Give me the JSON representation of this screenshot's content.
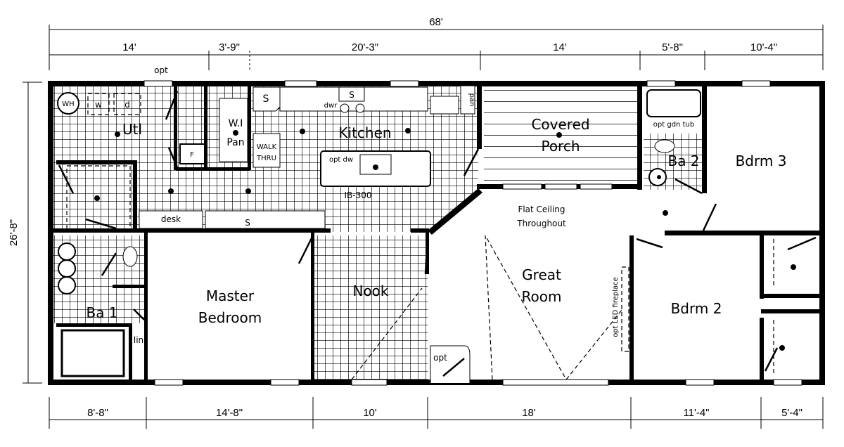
{
  "dimensions": {
    "overall_width": "68'",
    "overall_depth": "26'-8\"",
    "top": [
      "14'",
      "3'-9\"",
      "20'-3\"",
      "14'",
      "5'-8\"",
      "10'-4\""
    ],
    "bottom": [
      "8'-8\"",
      "14'-8\"",
      "10'",
      "18'",
      "11'-4\"",
      "5'-4\""
    ]
  },
  "rooms": {
    "utility": "Utl",
    "pantry_line1": "W.I",
    "pantry_line2": "Pan",
    "walk_thru_line1": "WALK",
    "walk_thru_line2": "THRU",
    "kitchen": "Kitchen",
    "porch_line1": "Covered",
    "porch_line2": "Porch",
    "bath2": "Ba 2",
    "bedroom3": "Bdrm 3",
    "bedroom2": "Bdrm 2",
    "great_room_line1": "Great",
    "great_room_line2": "Room",
    "nook": "Nook",
    "master_line1": "Master",
    "master_line2": "Bedroom",
    "bath1": "Ba 1"
  },
  "notes": {
    "opt_top": "opt",
    "water_heater": "WH",
    "washer": "w",
    "dryer": "d",
    "freezer": "F",
    "sink1": "S",
    "sink2": "S",
    "sink3": "S",
    "dwr": "dwr",
    "pan": "pan",
    "opt_dw": "opt dw",
    "island": "IB-300",
    "desk": "desk",
    "opt_gdn_tub": "opt gdn tub",
    "flat_ceiling_line1": "Flat Ceiling",
    "flat_ceiling_line2": "Throughout",
    "fireplace": "opt LED fireplace",
    "linen": "lin",
    "opt_bottom": "opt"
  }
}
